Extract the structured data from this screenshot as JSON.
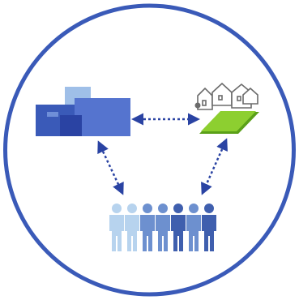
{
  "diagram": {
    "nodes": [
      {
        "id": "buildings",
        "icon": "office-buildings-icon"
      },
      {
        "id": "community",
        "icon": "houses-on-land-icon"
      },
      {
        "id": "people",
        "icon": "people-group-icon"
      }
    ],
    "connections": [
      {
        "from": "buildings",
        "to": "community",
        "style": "dotted-double-arrow"
      },
      {
        "from": "buildings",
        "to": "people",
        "style": "dotted-double-arrow"
      },
      {
        "from": "community",
        "to": "people",
        "style": "dotted-double-arrow"
      }
    ],
    "colors": {
      "ring": "#3a5ab8",
      "building_dark": "#2a43a3",
      "building_mid": "#5574cf",
      "building_light": "#9fbfe8",
      "land_green": "#8dcf30",
      "land_green_dark": "#5aa018",
      "people_light": "#b7d3ee",
      "people_mid": "#6d90cf",
      "people_dark": "#3f5fae"
    }
  }
}
